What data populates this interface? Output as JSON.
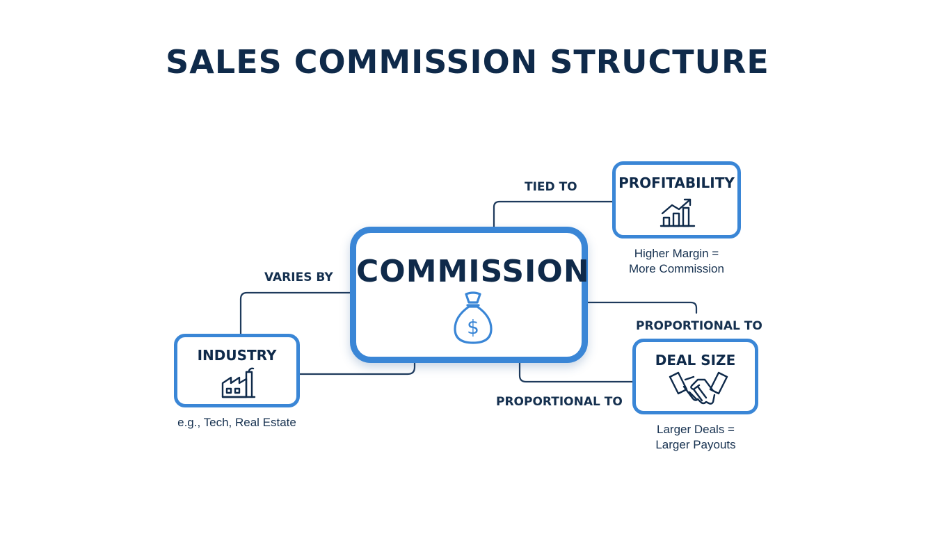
{
  "title": "SALES COMMISSION STRUCTURE",
  "center": {
    "label": "COMMISSION",
    "icon": "money-bag-icon"
  },
  "nodes": {
    "profitability": {
      "label": "PROFITABILITY",
      "icon": "growth-chart-icon",
      "connector_label": "TIED TO",
      "note_lines": [
        "Higher Margin =",
        "More Commission"
      ]
    },
    "industry": {
      "label": "INDUSTRY",
      "icon": "factory-icon",
      "connector_label": "VARIES BY",
      "note_lines": [
        "e.g., Tech, Real Estate"
      ]
    },
    "deal_size": {
      "label": "DEAL SIZE",
      "icon": "handshake-icon",
      "connector_labels": [
        "PROPORTIONAL TO",
        "PROPORTIONAL TO"
      ],
      "note_lines": [
        "Larger Deals =",
        "Larger Payouts"
      ]
    }
  },
  "colors": {
    "accent": "#3a86d6",
    "text": "#0f2a4a",
    "line": "#1e3a5c"
  }
}
